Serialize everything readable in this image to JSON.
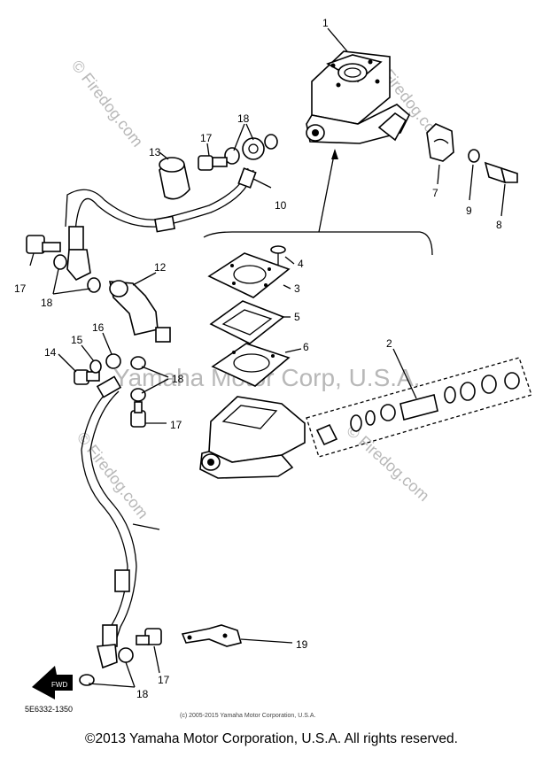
{
  "watermarks": {
    "top_left": "© Firedog.com",
    "top_right": "© Firedog.com",
    "center": "Yamaha Motor Corp, U.S.A.",
    "left": "© Firedog.com",
    "right": "© Firedog.com"
  },
  "callouts": {
    "c1": "1",
    "c2": "2",
    "c3": "3",
    "c4": "4",
    "c5": "5",
    "c6": "6",
    "c7": "7",
    "c8": "8",
    "c9": "9",
    "c10": "10",
    "c12": "12",
    "c13": "13",
    "c14": "14",
    "c15": "15",
    "c16": "16",
    "c17a": "17",
    "c17b": "17",
    "c17c": "17",
    "c17d": "17",
    "c18a": "18",
    "c18b": "18",
    "c18c": "18",
    "c18d": "18",
    "c19": "19"
  },
  "fwd_label": "FWD",
  "diagram_code": "5E6332-1350",
  "small_copyright": "(c) 2005-2015 Yamaha Motor Corporation, U.S.A.",
  "footer_copyright": "©2013 Yamaha Motor Corporation, U.S.A. All rights reserved."
}
